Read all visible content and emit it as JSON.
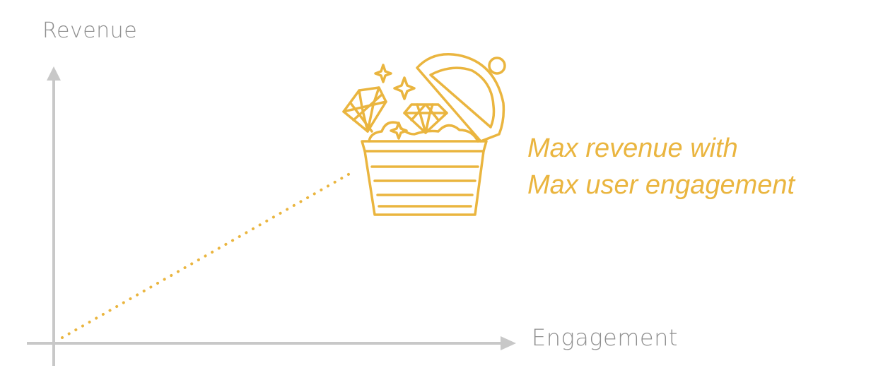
{
  "axes": {
    "y_label": "Revenue",
    "x_label": "Engagement"
  },
  "caption": {
    "line1": "Max revenue with",
    "line2": "Max user engagement"
  },
  "colors": {
    "axis": "#c8c8c8",
    "label": "#8f8f8f",
    "accent": "#eab53f"
  },
  "icons": {
    "illustration": "treasure-chest-icon"
  }
}
